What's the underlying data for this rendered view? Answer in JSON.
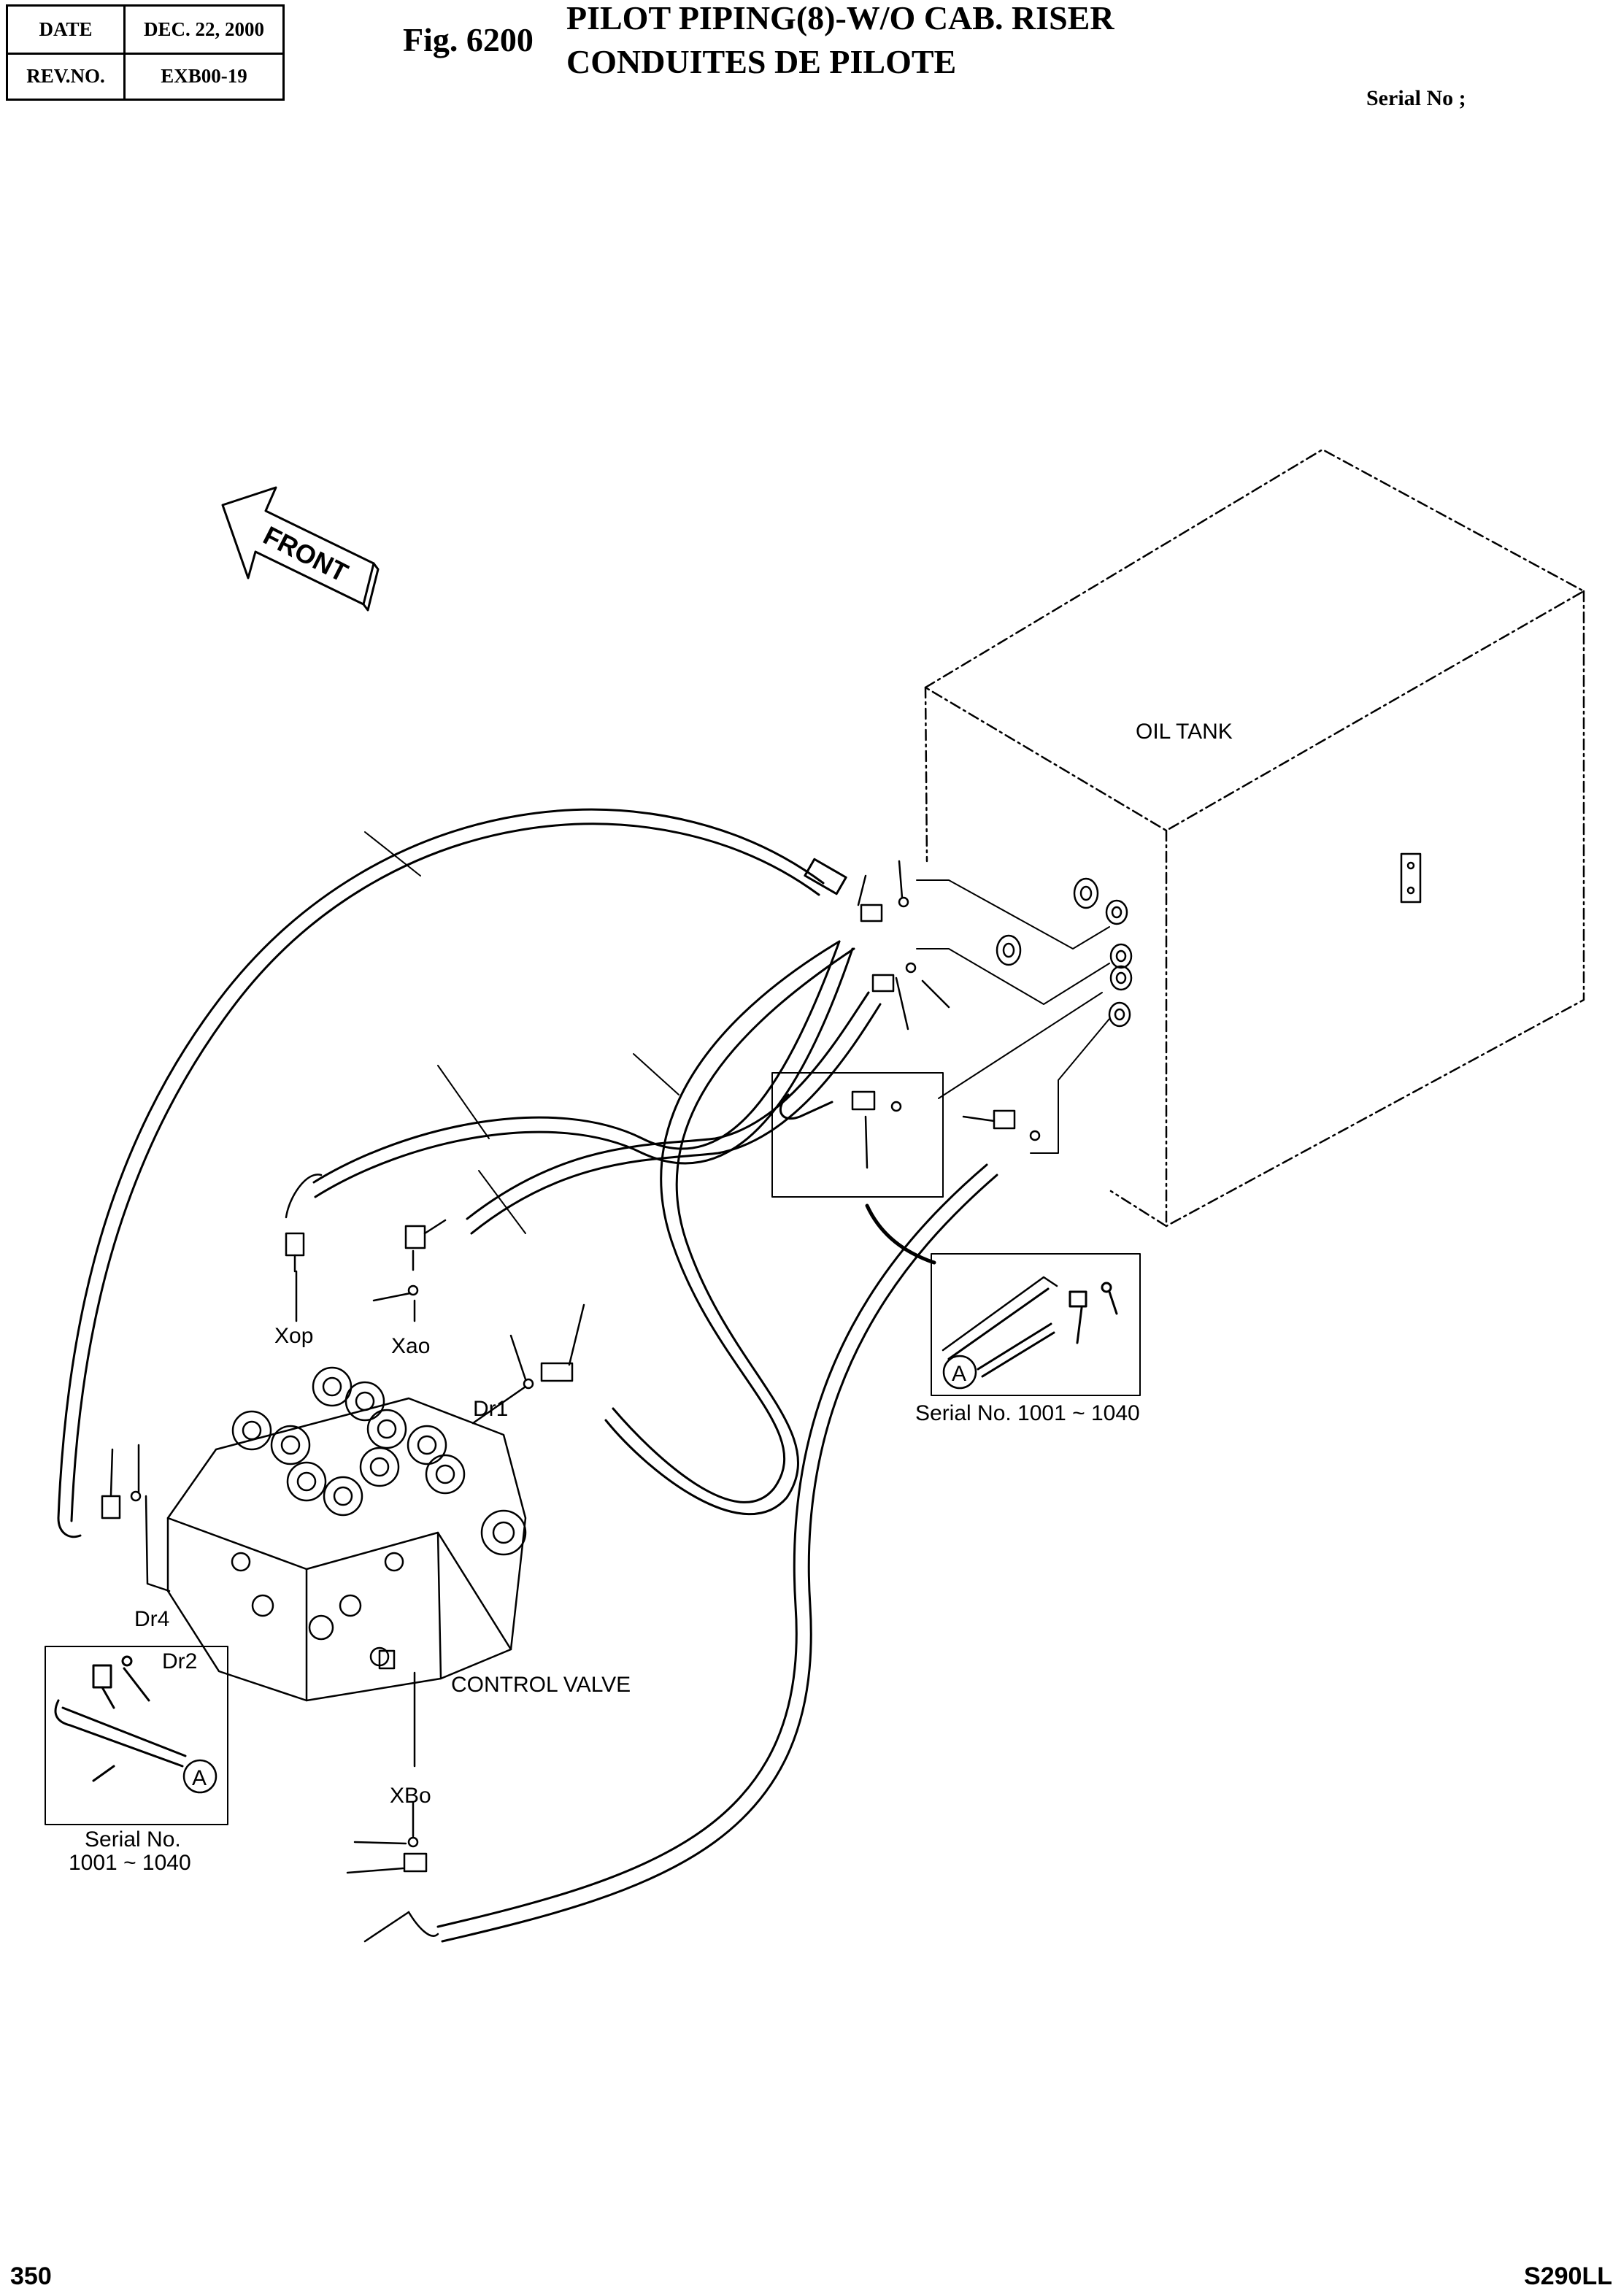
{
  "header": {
    "date_label": "DATE",
    "date_value": "DEC. 22, 2000",
    "rev_label": "REV.NO.",
    "rev_value": "EXB00-19",
    "fig_number": "Fig. 6200",
    "title_en": "PILOT PIPING(8)-W/O CAB. RISER",
    "title_fr": "CONDUITES DE PILOTE",
    "serial_no": "Serial No ;"
  },
  "diagram": {
    "front_label": "FRONT",
    "oil_tank_label": "OIL TANK",
    "control_valve_label": "CONTROL VALVE",
    "port_labels": {
      "xop": "Xop",
      "xao": "Xao",
      "dr1": "Dr1",
      "dr4": "Dr4",
      "dr2": "Dr2",
      "xbo": "XBo"
    },
    "detail_right": {
      "marker": "A",
      "serial_text": "Serial No. 1001 ~ 1040"
    },
    "detail_left": {
      "marker": "A",
      "serial_line1": "Serial No.",
      "serial_line2": "1001 ~ 1040"
    }
  },
  "footer": {
    "page_number": "350",
    "model": "S290LL"
  }
}
